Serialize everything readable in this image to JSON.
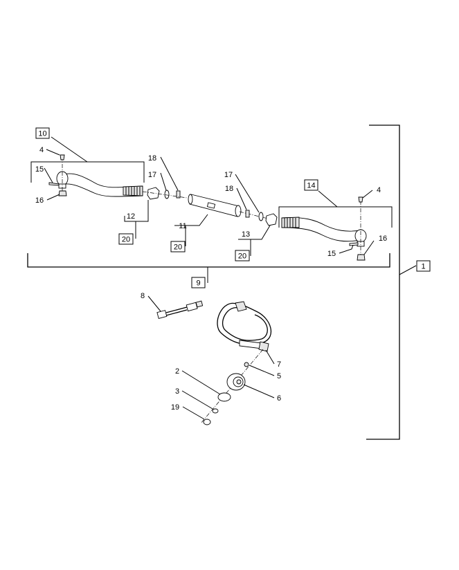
{
  "callouts": [
    {
      "id": "c10",
      "label": "10",
      "boxed": true
    },
    {
      "id": "c4a",
      "label": "4",
      "boxed": false
    },
    {
      "id": "c15a",
      "label": "15",
      "boxed": false
    },
    {
      "id": "c16a",
      "label": "16",
      "boxed": false
    },
    {
      "id": "c18a",
      "label": "18",
      "boxed": false
    },
    {
      "id": "c17a",
      "label": "17",
      "boxed": false
    },
    {
      "id": "c12",
      "label": "12",
      "boxed": false
    },
    {
      "id": "c20a",
      "label": "20",
      "boxed": true
    },
    {
      "id": "c11",
      "label": "11",
      "boxed": false
    },
    {
      "id": "c20b",
      "label": "20",
      "boxed": true
    },
    {
      "id": "c17b",
      "label": "17",
      "boxed": false
    },
    {
      "id": "c18b",
      "label": "18",
      "boxed": false
    },
    {
      "id": "c13",
      "label": "13",
      "boxed": false
    },
    {
      "id": "c20c",
      "label": "20",
      "boxed": true
    },
    {
      "id": "c14",
      "label": "14",
      "boxed": true
    },
    {
      "id": "c4b",
      "label": "4",
      "boxed": false
    },
    {
      "id": "c16b",
      "label": "16",
      "boxed": false
    },
    {
      "id": "c15b",
      "label": "15",
      "boxed": false
    },
    {
      "id": "c1",
      "label": "1",
      "boxed": true
    },
    {
      "id": "c9",
      "label": "9",
      "boxed": true
    },
    {
      "id": "c8",
      "label": "8",
      "boxed": false
    },
    {
      "id": "c7",
      "label": "7",
      "boxed": false
    },
    {
      "id": "c5",
      "label": "5",
      "boxed": false
    },
    {
      "id": "c6",
      "label": "6",
      "boxed": false
    },
    {
      "id": "c2",
      "label": "2",
      "boxed": false
    },
    {
      "id": "c3",
      "label": "3",
      "boxed": false
    },
    {
      "id": "c19",
      "label": "19",
      "boxed": false
    }
  ]
}
